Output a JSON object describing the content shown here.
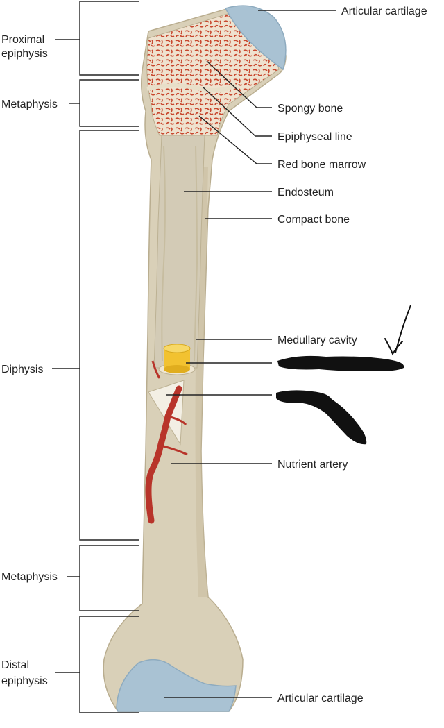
{
  "colors": {
    "bone": "#d9d0b8",
    "bone_shadow": "#c9bea0",
    "marrow_bg": "#efe6d2",
    "spongy_red": "#c8472e",
    "cartilage": "#a9c2d3",
    "cartilage_dark": "#8eabbf",
    "cavity": "#d3cbb6",
    "artery": "#b8342a",
    "plug_yellow": "#f2c230",
    "ink": "#111111"
  },
  "left_labels": {
    "proximal_epiphysis": [
      "Proximal",
      "epiphysis"
    ],
    "metaphysis_top": "Metaphysis",
    "diphysis": "Diphysis",
    "metaphysis_bottom": "Metaphysis",
    "distal_epiphysis": [
      "Distal",
      "epiphysis"
    ]
  },
  "right_labels": {
    "articular_cartilage_top": "Articular cartilage",
    "spongy_bone": "Spongy bone",
    "epiphyseal_line": "Epiphyseal line",
    "red_bone_marrow": "Red bone marrow",
    "endosteum": "Endosteum",
    "compact_bone": "Compact bone",
    "medullary_cavity": "Medullary cavity",
    "nutrient_artery": "Nutrient artery",
    "articular_cartilage_bottom": "Articular cartilage"
  }
}
